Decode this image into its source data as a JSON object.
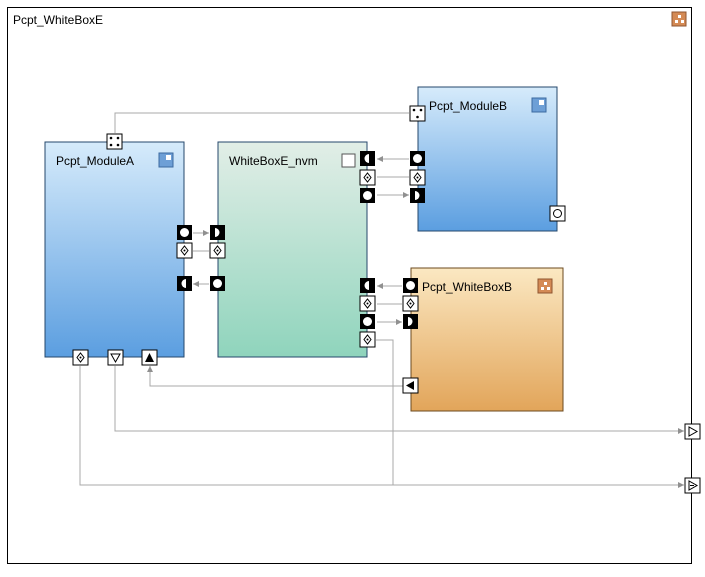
{
  "composition": {
    "title": "Pcpt_WhiteBoxE"
  },
  "components": {
    "module_a": {
      "name": "Pcpt_ModuleA"
    },
    "nvm": {
      "name": "WhiteBoxE_nvm"
    },
    "module_b": {
      "name": "Pcpt_ModuleB"
    },
    "white_box_b": {
      "name": "Pcpt_WhiteBoxB"
    }
  },
  "colors": {
    "module_gradient_top": "#d6ebfb",
    "module_gradient_bottom": "#5b9ee0",
    "nvm_gradient_top": "#e0ede6",
    "nvm_gradient_bottom": "#8fd4bc",
    "composition_gradient_top": "#fbe8c2",
    "composition_gradient_bottom": "#e2a55a",
    "connector": "#a0a0a0",
    "port_fill": "#000000"
  },
  "icons": {
    "atomic": "atomic-component-icon",
    "composition": "composition-icon",
    "nvm": "nvm-component-icon"
  }
}
